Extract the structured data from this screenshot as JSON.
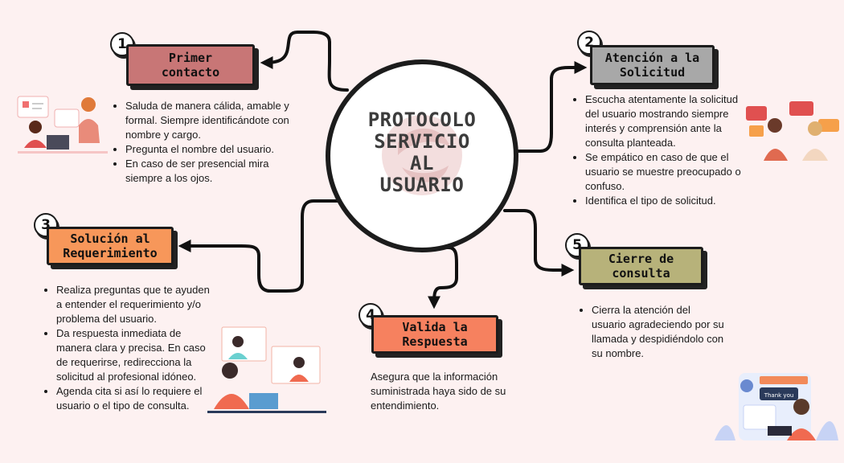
{
  "center": {
    "title_lines": [
      "PROTOCOLO",
      "SERVICIO",
      "AL",
      "USUARIO"
    ]
  },
  "steps": [
    {
      "number": "1",
      "title_lines": [
        "Primer",
        "contacto"
      ],
      "fill": "#c87676",
      "items": [
        "Saluda de manera cálida, amable y formal. Siempre identificándote con nombre y cargo.",
        "Pregunta el nombre del usuario.",
        "En caso de ser presencial mira siempre a los ojos."
      ]
    },
    {
      "number": "2",
      "title_lines": [
        "Atención a la",
        "Solicitud"
      ],
      "fill": "#a8a8a8",
      "items": [
        "Escucha atentamente la solicitud del usuario mostrando siempre interés y comprensión ante la consulta planteada.",
        "Se empático en caso de que el usuario se muestre preocupado o confuso.",
        "Identifica el tipo de solicitud."
      ]
    },
    {
      "number": "3",
      "title_lines": [
        "Solución al",
        "Requerimiento"
      ],
      "fill": "#f7975a",
      "items": [
        "Realiza preguntas que te ayuden a entender el requerimiento y/o problema del usuario.",
        "Da respuesta inmediata de manera clara y precisa.  En caso de requerirse, redirecciona la solicitud al profesional idóneo.",
        "Agenda cita si así lo requiere el usuario o el tipo de consulta."
      ]
    },
    {
      "number": "4",
      "title_lines": [
        "Valida la",
        "Respuesta"
      ],
      "fill": "#f6815f",
      "text": "Asegura que la información suministrada haya sido de su entendimiento."
    },
    {
      "number": "5",
      "title_lines": [
        "Cierre de",
        "consulta"
      ],
      "fill": "#b7b27a",
      "items": [
        "Cierra la atención del usuario agradeciendo por su llamada y despidiéndolo con su nombre."
      ]
    }
  ],
  "illustrations": {
    "thankyou_badge": "Thank you"
  }
}
